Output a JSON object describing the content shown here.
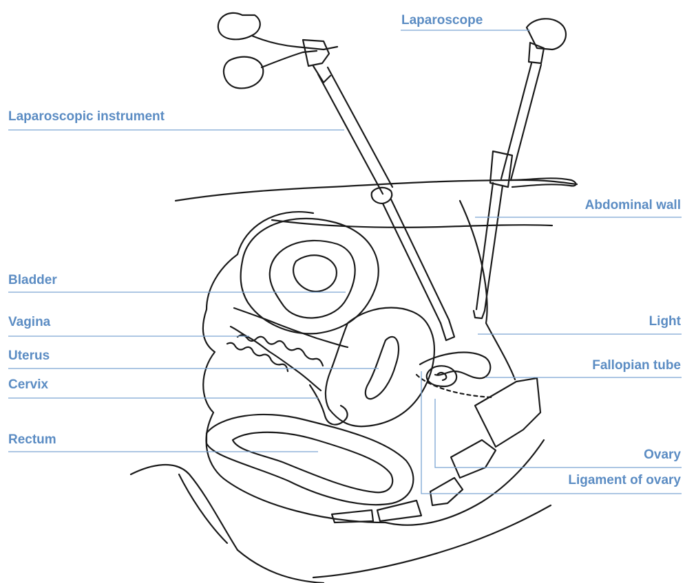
{
  "colors": {
    "label": "#5b8cc3",
    "leader": "#7aa5d2",
    "drawing": "#1a1a1a"
  },
  "labels": {
    "laparoscope": "Laparoscope",
    "laparoscopic_instrument": "Laparoscopic instrument",
    "abdominal_wall": "Abdominal wall",
    "bladder": "Bladder",
    "vagina": "Vagina",
    "light": "Light",
    "uterus": "Uterus",
    "fallopian_tube": "Fallopian tube",
    "cervix": "Cervix",
    "rectum": "Rectum",
    "ovary": "Ovary",
    "ligament_of_ovary": "Ligament of ovary"
  }
}
